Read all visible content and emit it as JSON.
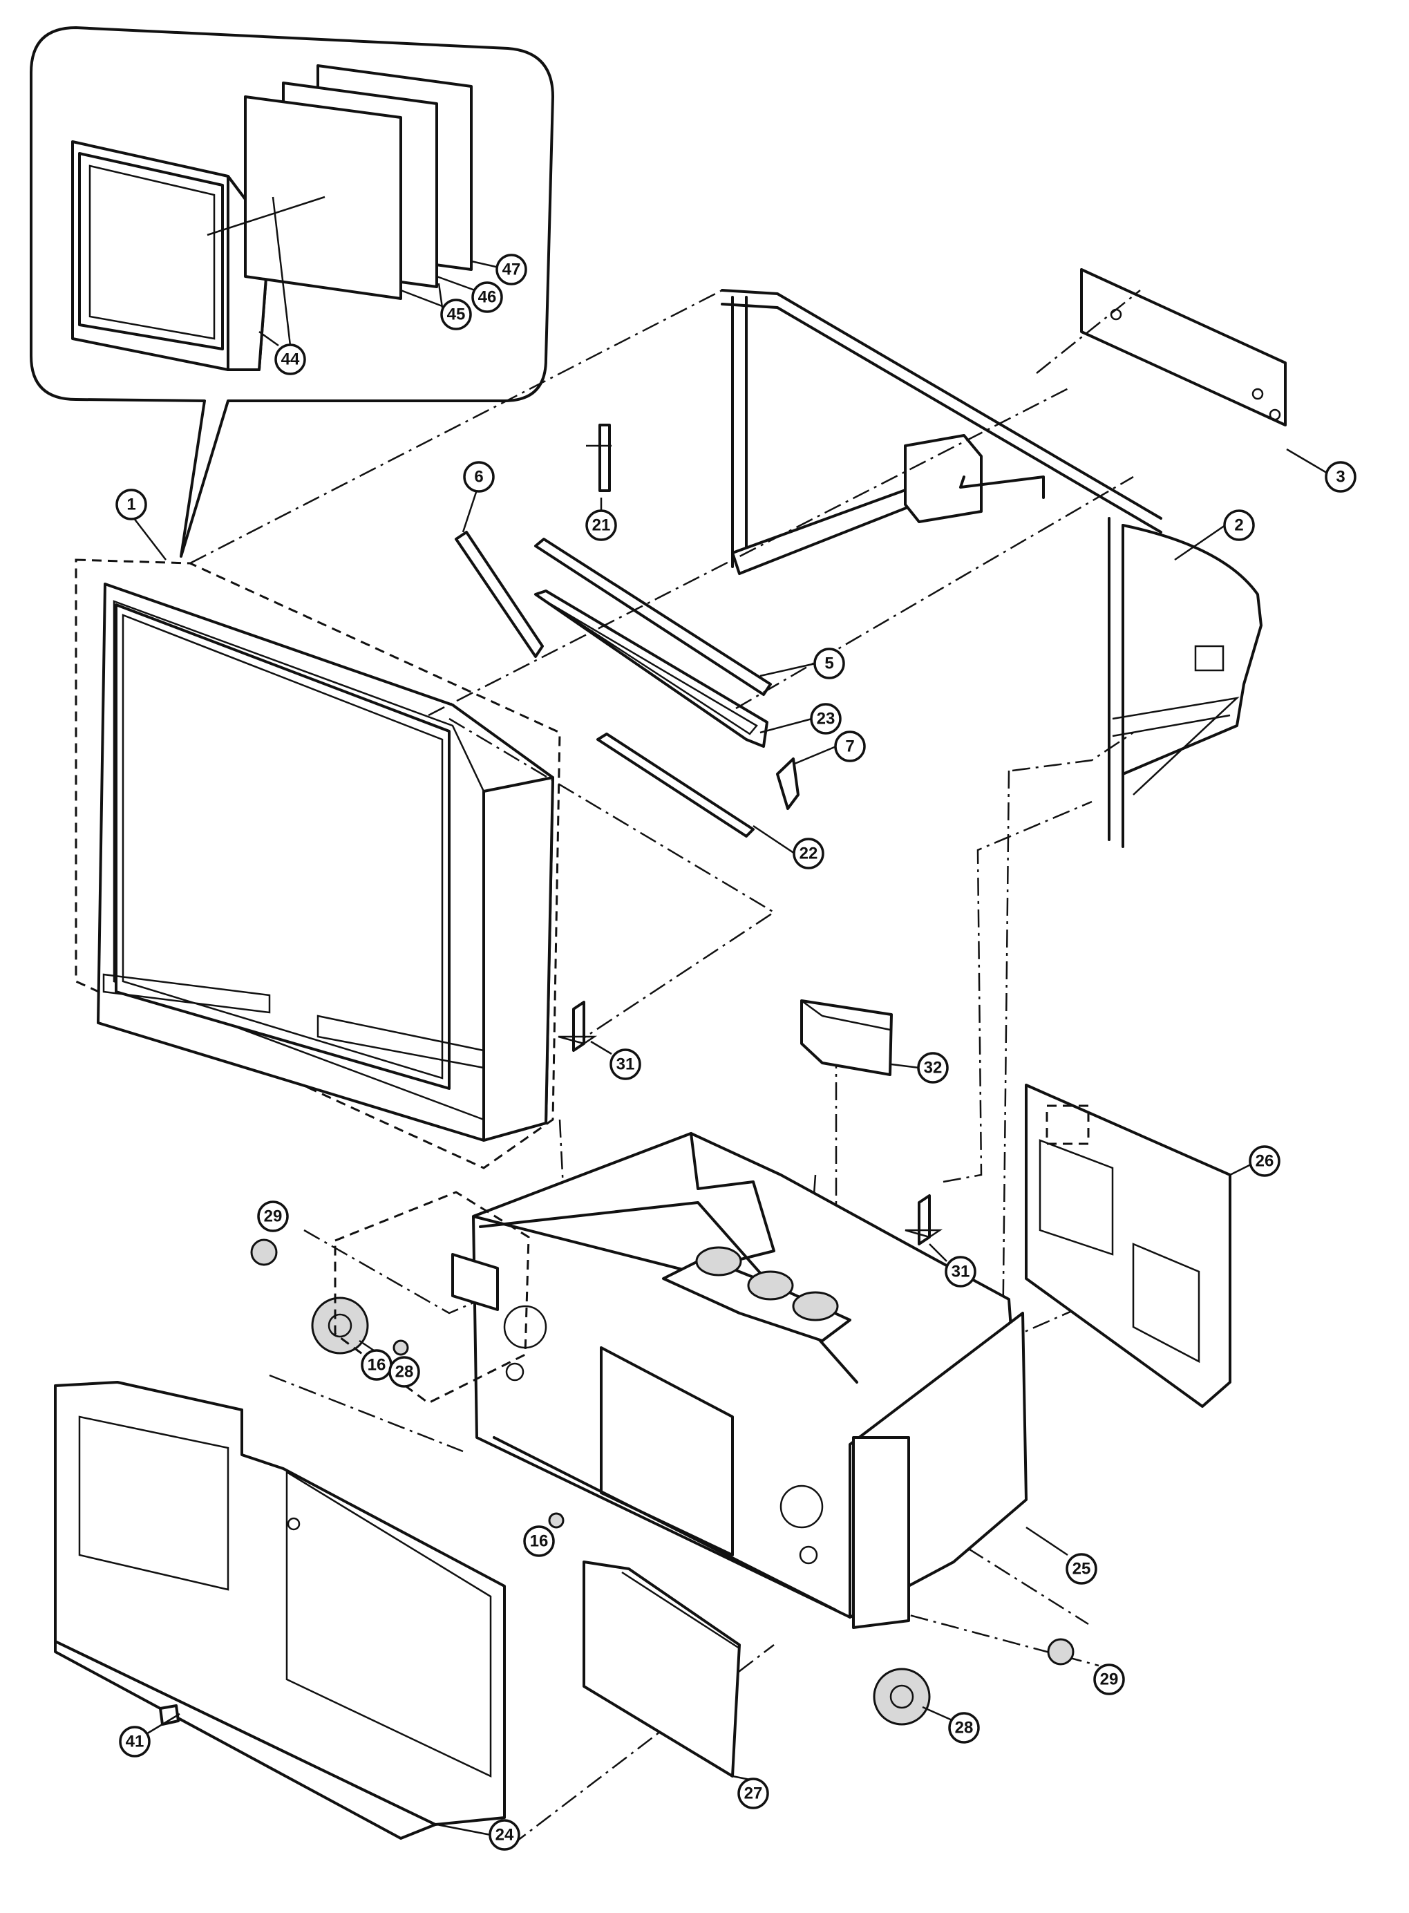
{
  "callouts": [
    "1",
    "2",
    "3",
    "5",
    "6",
    "7",
    "16",
    "21",
    "22",
    "23",
    "24",
    "25",
    "26",
    "27",
    "28",
    "29",
    "31",
    "32",
    "41",
    "44",
    "45",
    "46",
    "47"
  ]
}
